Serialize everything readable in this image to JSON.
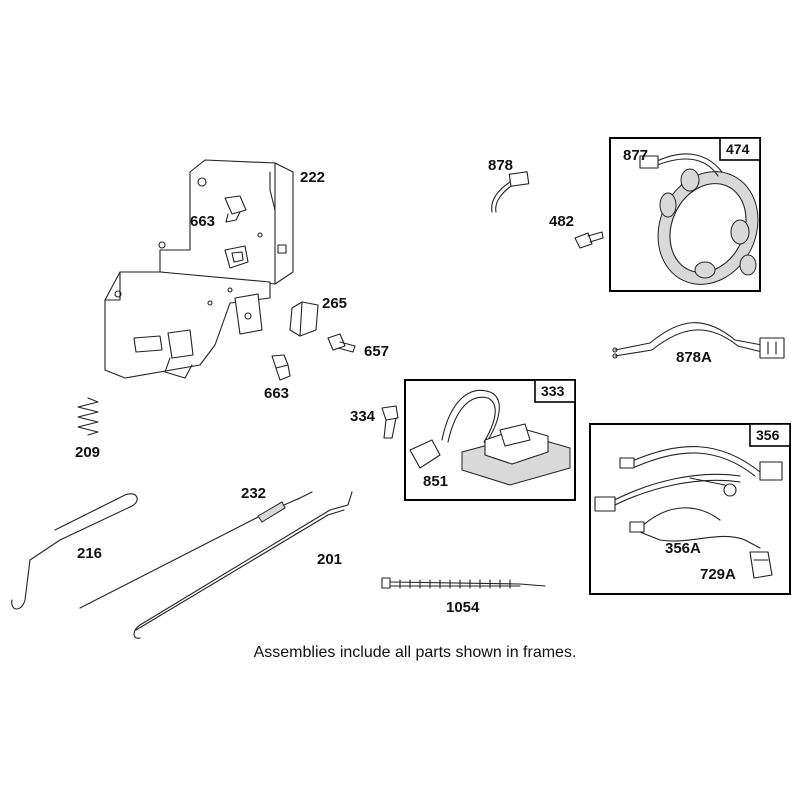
{
  "parts": {
    "p222": "222",
    "p663a": "663",
    "p663b": "663",
    "p265": "265",
    "p657": "657",
    "p209": "209",
    "p878": "878",
    "p482": "482",
    "p877": "877",
    "p474": "474",
    "p878A": "878A",
    "p334": "334",
    "p333": "333",
    "p851": "851",
    "p356": "356",
    "p356A": "356A",
    "p729A": "729A",
    "p232": "232",
    "p216": "216",
    "p201": "201",
    "p1054": "1054"
  },
  "caption": "Assemblies include all parts shown in frames."
}
